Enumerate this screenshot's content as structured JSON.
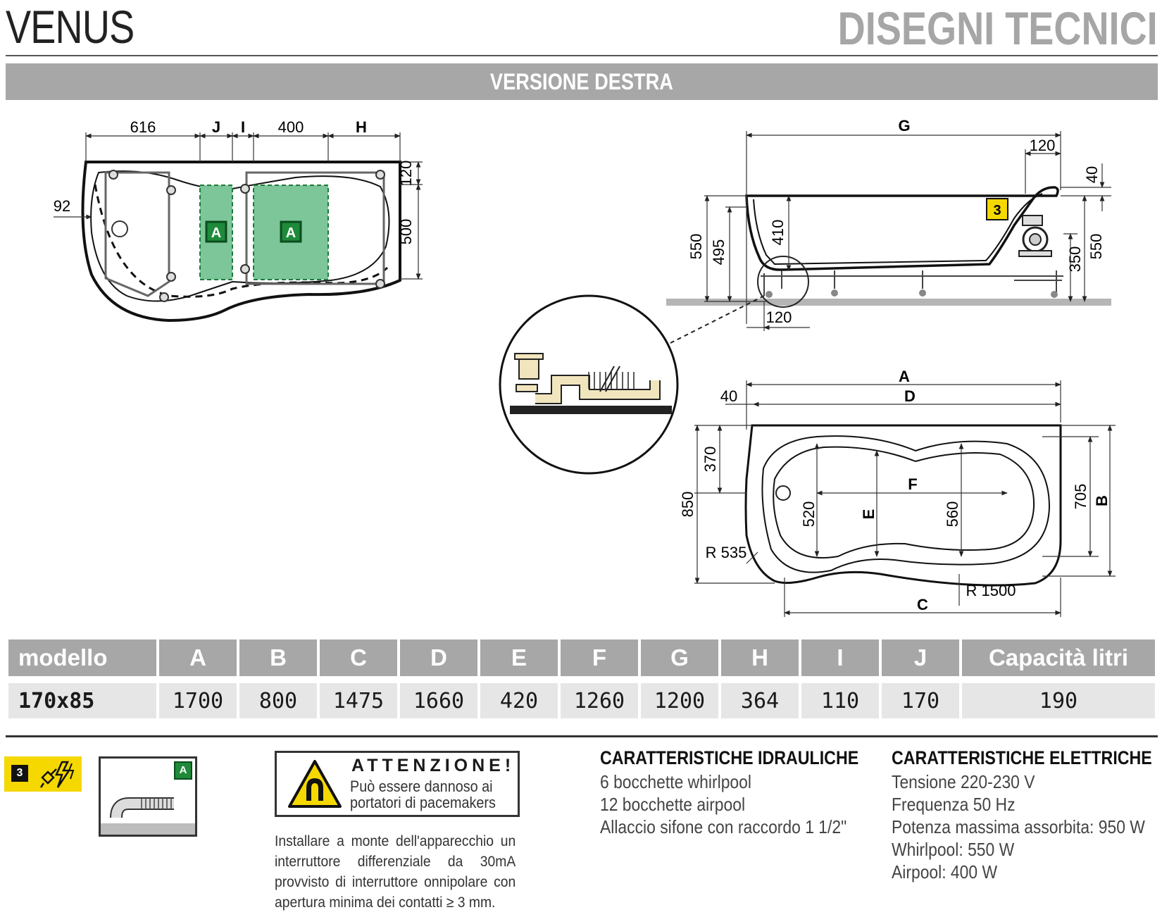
{
  "header": {
    "title": "VENUS",
    "section": "DISEGNI TECNICI"
  },
  "banner": "VERSIONE DESTRA",
  "drawings": {
    "top_view": {
      "dim_616": "616",
      "dim_J": "J",
      "dim_I": "I",
      "dim_400": "400",
      "dim_H": "H",
      "dim_92": "92",
      "dim_120": "120",
      "dim_500": "500",
      "zone_label": "A"
    },
    "side_view": {
      "dim_G": "G",
      "dim_120_top": "120",
      "dim_40": "40",
      "dim_550_left": "550",
      "dim_495": "495",
      "dim_410": "410",
      "dim_350": "350",
      "dim_550_right": "550",
      "dim_120_bottom": "120",
      "badge": "3"
    },
    "plan_view": {
      "dim_A": "A",
      "dim_D": "D",
      "dim_40": "40",
      "dim_370": "370",
      "dim_850": "850",
      "dim_F": "F",
      "dim_520": "520",
      "dim_E": "E",
      "dim_560": "560",
      "dim_705": "705",
      "dim_B": "B",
      "dim_R535": "R 535",
      "dim_R1500": "R 1500",
      "dim_C": "C"
    }
  },
  "table": {
    "headers": [
      "modello",
      "A",
      "B",
      "C",
      "D",
      "E",
      "F",
      "G",
      "H",
      "I",
      "J",
      "Capacità litri"
    ],
    "rows": [
      [
        "170x85",
        "1700",
        "800",
        "1475",
        "1660",
        "420",
        "1260",
        "1200",
        "364",
        "110",
        "170",
        "190"
      ]
    ]
  },
  "legend": {
    "badge_num": "3",
    "zone_tag": "A"
  },
  "warning": {
    "title": "ATTENZIONE!",
    "text": "Può essere dannoso ai portatori di pacemakers",
    "install_note": "Installare a monte dell'apparecchio un interruttore differenziale da 30mA provvisto di interruttore onnipolare con apertura minima dei contatti ≥ 3 mm."
  },
  "hydraulic": {
    "title": "CARATTERISTICHE IDRAULICHE",
    "items": [
      "6 bocchette whirlpool",
      "12 bocchette airpool",
      "Allaccio sifone con raccordo 1 1/2\""
    ]
  },
  "electric": {
    "title": "CARATTERISTICHE ELETTRICHE",
    "items": [
      "Tensione 220-230 V",
      "Frequenza 50 Hz",
      "Potenza massima assorbita: 950 W",
      "Whirlpool: 550 W",
      "Airpool: 400 W"
    ]
  },
  "colors": {
    "banner_gray": "#a7a7a7",
    "zone_green": "#7cc69a",
    "zone_tag_green": "#1e8a3a",
    "badge_yellow": "#f5d800"
  }
}
